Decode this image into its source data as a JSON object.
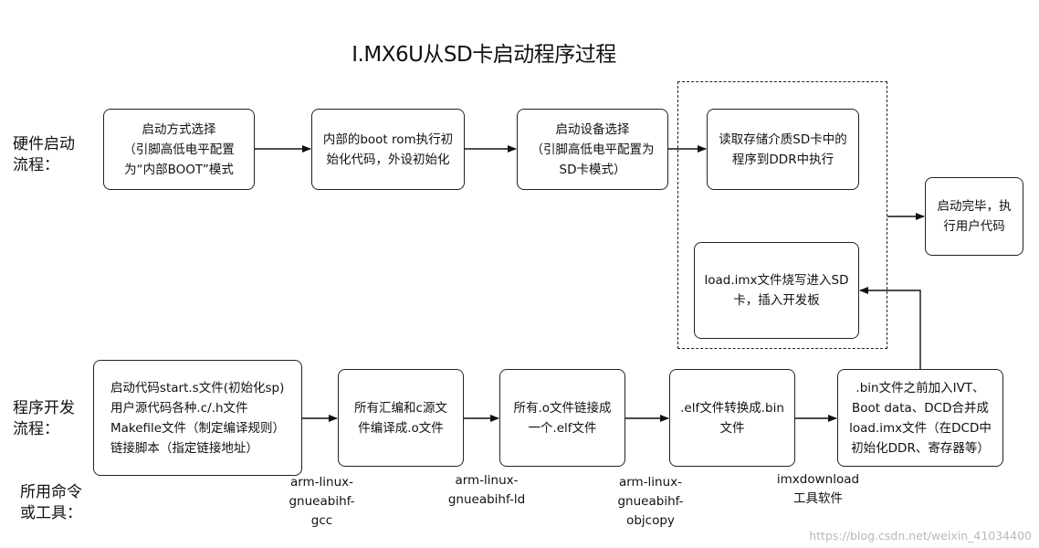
{
  "title": "I.MX6U从SD卡启动程序过程",
  "row_labels": {
    "hardware": "硬件启动\n流程：",
    "software": "程序开发\n流程：",
    "tools": "所用命令\n或工具："
  },
  "hardware_steps": [
    "启动方式选择\n（引脚高低电平配置\n为“内部BOOT”模式",
    "内部的boot rom执行初\n始化代码，外设初始化",
    "启动设备选择\n（引脚高低电平配置为\nSD卡模式）",
    "读取存储介质SD卡中的\n程序到DDR中执行"
  ],
  "finish_step": "启动完毕，执\n行用户代码",
  "burn_step": "load.imx文件烧写进入SD\n卡，插入开发板",
  "software_steps": [
    "启动代码start.s文件(初始化sp)\n用户源代码各种.c/.h文件\nMakefile文件（制定编译规则）\n链接脚本（指定链接地址）",
    "所有汇编和c源文\n件编译成.o文件",
    "所有.o文件链接成\n一个.elf文件",
    ".elf文件转换成.bin\n文件",
    ".bin文件之前加入IVT、\nBoot data、DCD合并成\nload.imx文件（在DCD中\n初始化DDR、寄存器等）"
  ],
  "tools": [
    "arm-linux-\ngnueabihf-\ngcc",
    "arm-linux-\ngnueabihf-ld",
    "arm-linux-\ngnueabihf-\nobjcopy",
    "imxdownload\n工具软件"
  ],
  "watermark": "https://blog.csdn.net/weixin_41034400"
}
